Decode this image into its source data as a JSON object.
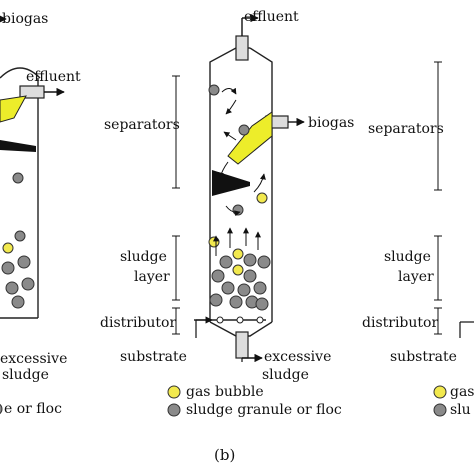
{
  "left_panel": {
    "labels": {
      "biogas": "biogas",
      "effluent": "effluent",
      "excessive": "excessive",
      "sludge": "sludge",
      "legend_floc": "e or floc"
    }
  },
  "middle_panel": {
    "labels": {
      "effluent": "effluent",
      "biogas": "biogas",
      "separators": "separators",
      "sludge_line1": "sludge",
      "sludge_line2": "layer",
      "distributor": "distributor",
      "substrate": "substrate",
      "excessive": "excessive",
      "sludge": "sludge"
    },
    "legend": [
      {
        "label": "gas bubble",
        "color": "#f2e94e"
      },
      {
        "label": "sludge granule or floc",
        "color": "#8a8a8a"
      }
    ],
    "caption": "(b)"
  },
  "right_panel": {
    "labels": {
      "separators": "separators",
      "sludge_line1": "sludge",
      "sludge_line2": "layer",
      "distributor": "distributor",
      "substrate": "substrate",
      "legend_gas": "gas",
      "legend_slu": "slu"
    }
  },
  "colors": {
    "gas_bubble": "#f2e94e",
    "sludge_granule": "#8a8a8a",
    "separator_fill": "#eded2a",
    "baffle": "#111111",
    "outline": "#222222"
  }
}
